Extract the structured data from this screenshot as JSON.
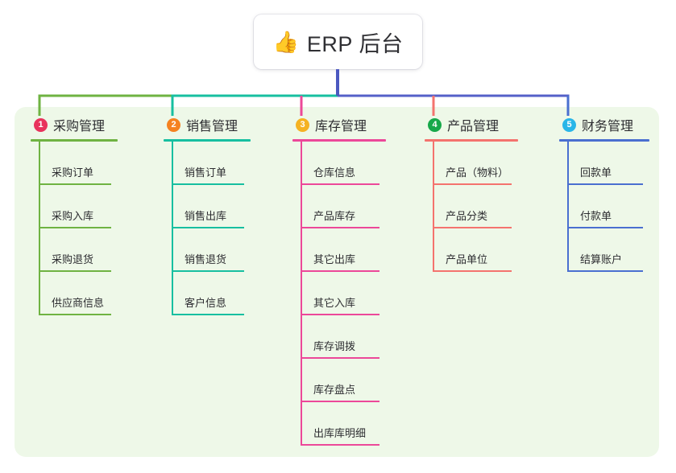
{
  "root": {
    "icon": "thumbs-up-icon",
    "emoji": "👍",
    "title": "ERP 后台"
  },
  "theme": {
    "panel_bg": "#eef8e8",
    "page_bg": "#ffffff",
    "root_stem": "#4b58c0",
    "bar_left": "#6fb342",
    "bar_mid": "#17bfa0",
    "bar_right": "#5560c8",
    "text": "#2d2d31"
  },
  "columns": [
    {
      "number": "1",
      "title": "采购管理",
      "badge_color": "#e8335c",
      "line_color": "#6fb342",
      "drop_color": "#6fb342",
      "items": [
        {
          "label": "采购订单"
        },
        {
          "label": "采购入库"
        },
        {
          "label": "采购退货"
        },
        {
          "label": "供应商信息"
        }
      ]
    },
    {
      "number": "2",
      "title": "销售管理",
      "badge_color": "#f58220",
      "line_color": "#17bfa0",
      "drop_color": "#17bfa0",
      "items": [
        {
          "label": "销售订单"
        },
        {
          "label": "销售出库"
        },
        {
          "label": "销售退货"
        },
        {
          "label": "客户信息"
        }
      ]
    },
    {
      "number": "3",
      "title": "库存管理",
      "badge_color": "#f5b222",
      "line_color": "#ec4899",
      "drop_color": "#ec4899",
      "items": [
        {
          "label": "仓库信息"
        },
        {
          "label": "产品库存"
        },
        {
          "label": "其它出库"
        },
        {
          "label": "其它入库"
        },
        {
          "label": "库存调拨"
        },
        {
          "label": "库存盘点"
        },
        {
          "label": "出库库明细"
        }
      ]
    },
    {
      "number": "4",
      "title": "产品管理",
      "badge_color": "#17a84a",
      "line_color": "#f4736e",
      "drop_color": "#f4736e",
      "items": [
        {
          "label": "产品（物料）"
        },
        {
          "label": "产品分类"
        },
        {
          "label": "产品单位"
        }
      ]
    },
    {
      "number": "5",
      "title": "财务管理",
      "badge_color": "#29b6e8",
      "line_color": "#4a6fd0",
      "drop_color": "#4a6fd0",
      "items": [
        {
          "label": "回款单"
        },
        {
          "label": "付款单"
        },
        {
          "label": "结算账户"
        }
      ]
    }
  ]
}
